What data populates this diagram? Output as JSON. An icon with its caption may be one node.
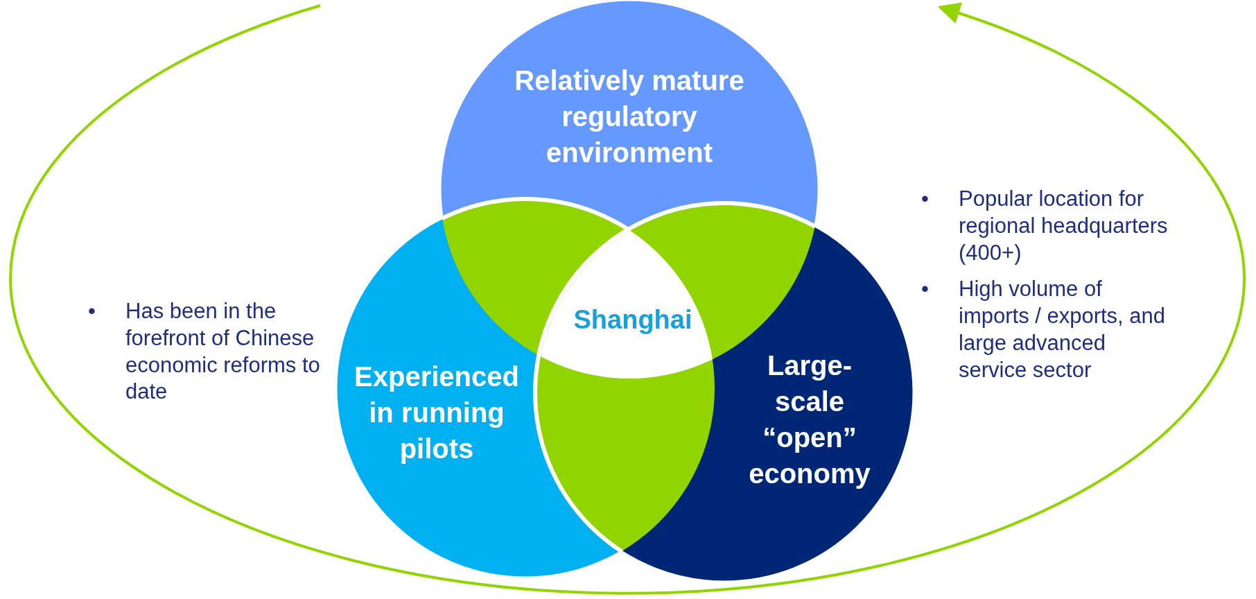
{
  "diagram": {
    "nodes": [
      {
        "text": [
          "Relatively mature regulatory environment"
        ]
      },
      {
        "text": [
          "Experienced in running pilots"
        ]
      },
      {
        "text": [
          "Large-scale “open” economy"
        ]
      },
      {
        "text": [
          "Shanghai"
        ]
      }
    ],
    "labels": [
      "•",
      "Has been in the forefront of Chinese economic reforms to date",
      "•",
      "Popular location for regional headquarters (400+)",
      "•",
      "High volume of imports / exports, and large advanced service sector"
    ]
  }
}
